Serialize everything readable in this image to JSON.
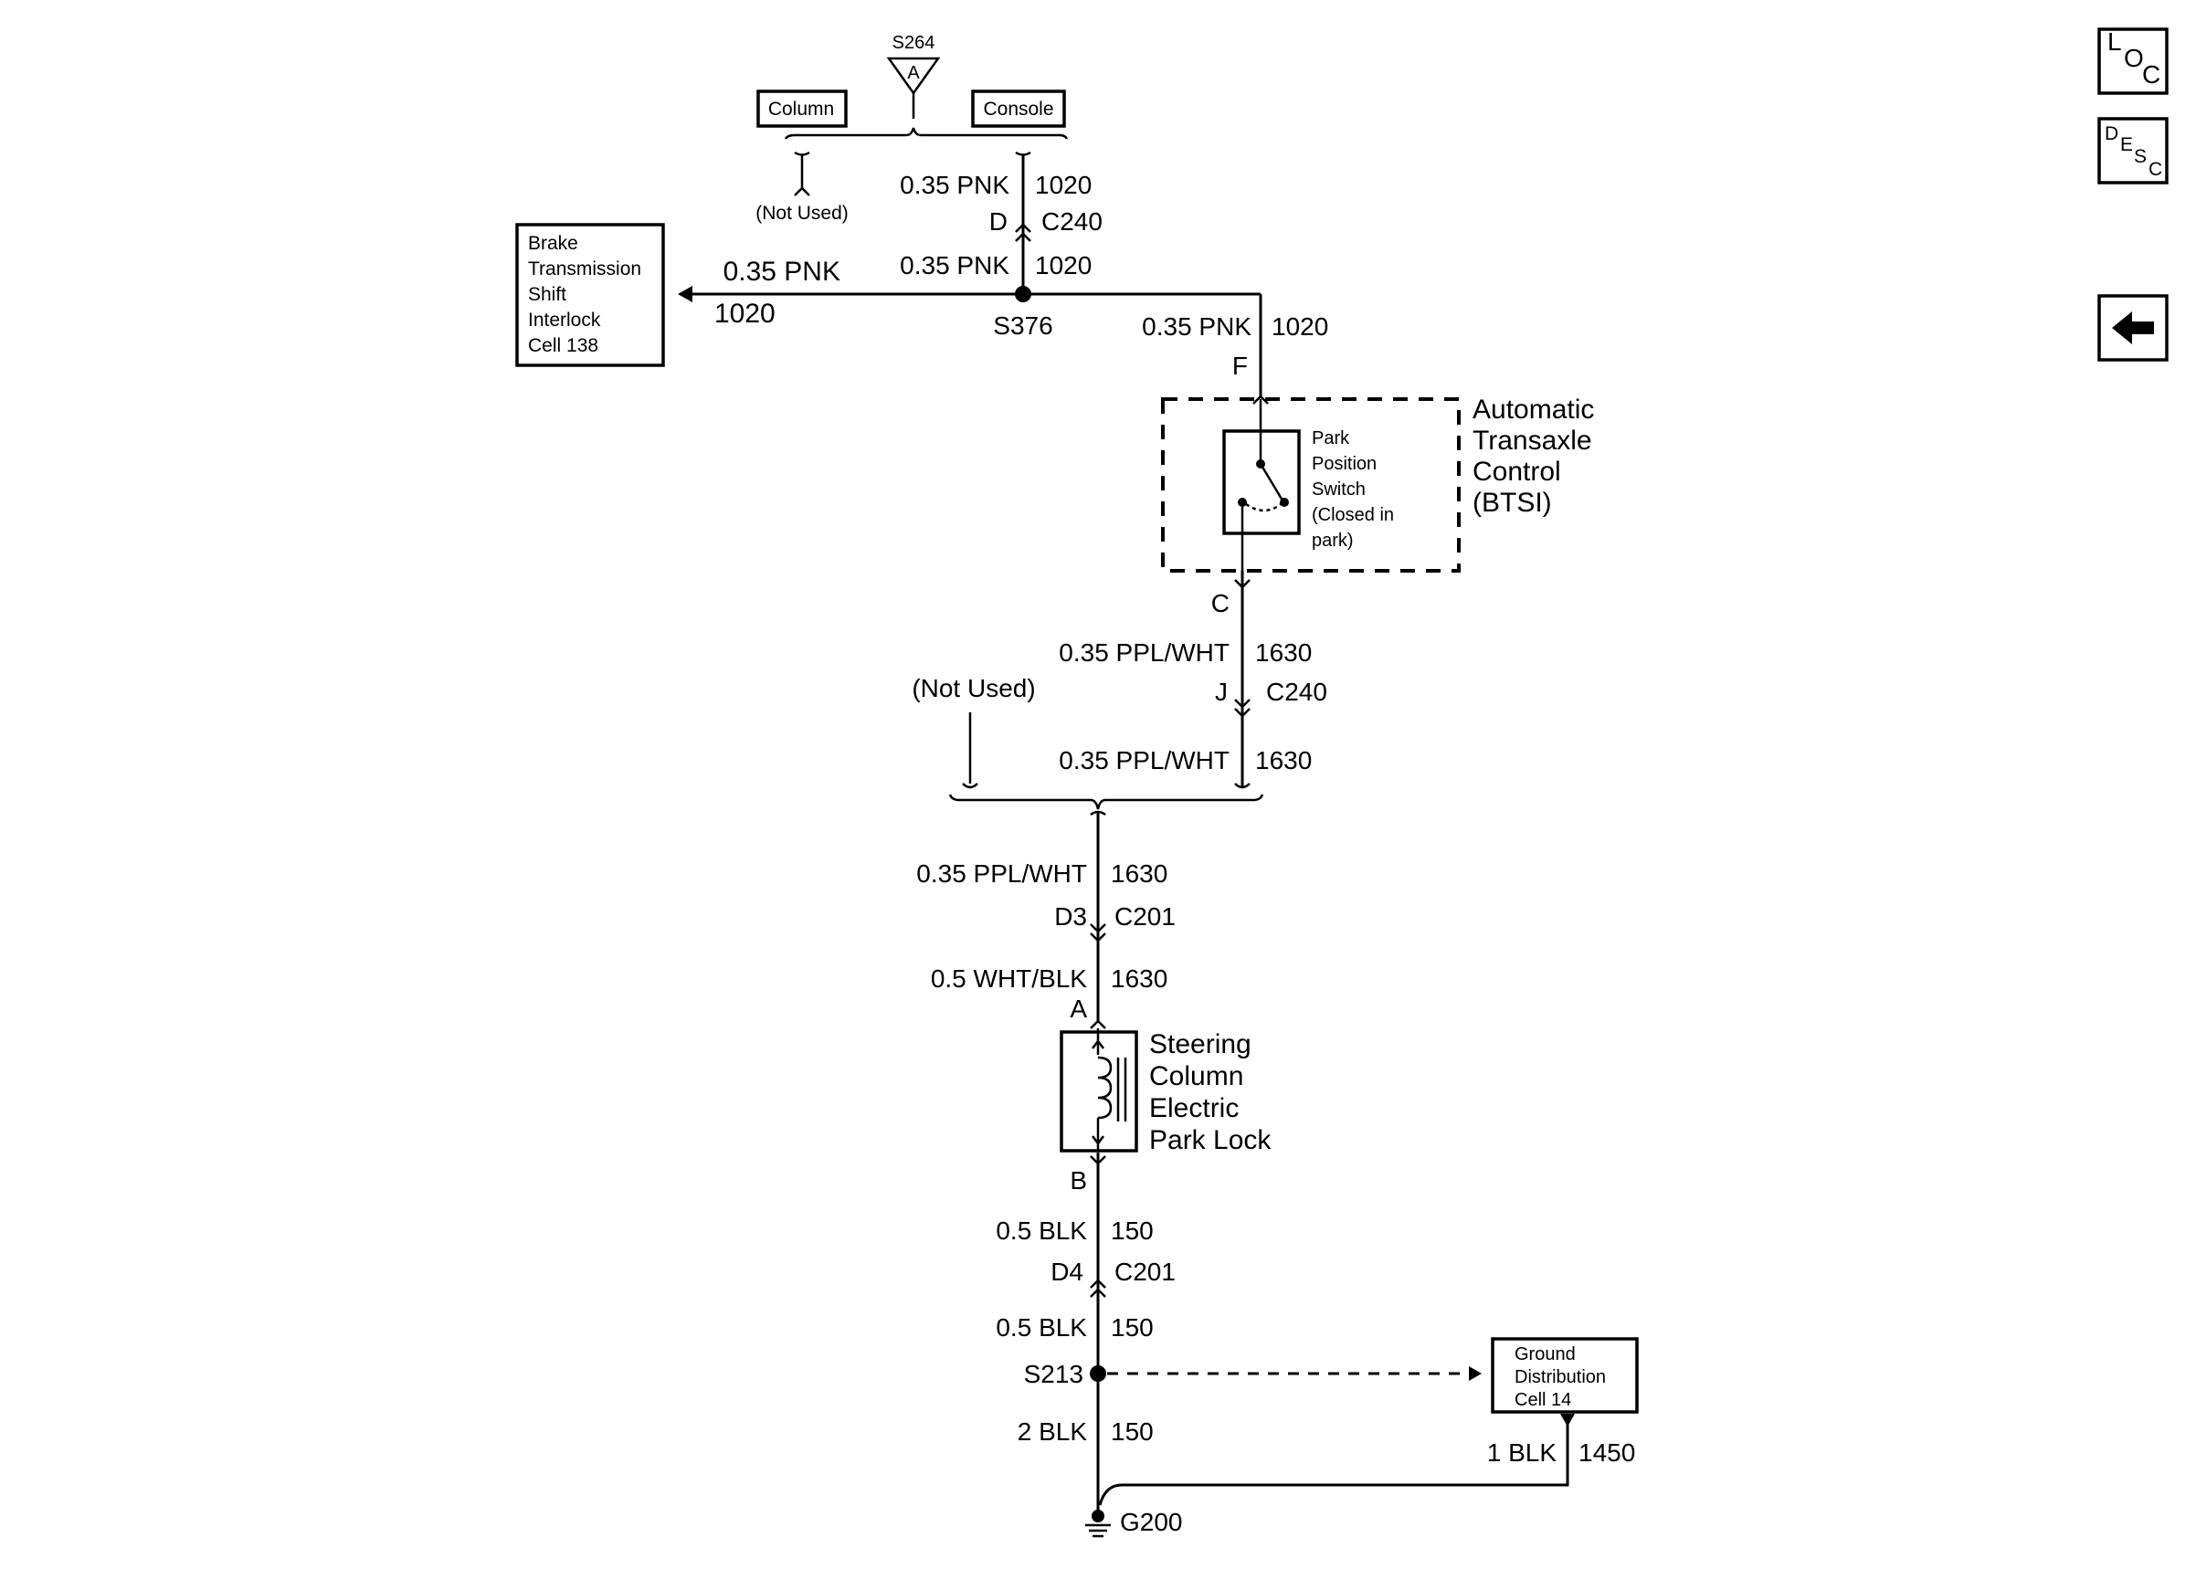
{
  "nav": {
    "loc": {
      "l": "L",
      "o": "O",
      "c": "C"
    },
    "desc": {
      "d": "D",
      "e": "E",
      "s": "S",
      "c": "C"
    }
  },
  "top": {
    "column_label": "Column",
    "console_label": "Console",
    "splice_label": "S264",
    "splice_letter": "A",
    "not_used_label": "(Not Used)"
  },
  "wires": {
    "w1020_upper": {
      "gauge": "0.35 PNK",
      "circuit": "1020"
    },
    "c240_upper": {
      "pin": "D",
      "connector": "C240"
    },
    "w1020_mid": {
      "gauge": "0.35 PNK",
      "circuit": "1020"
    },
    "w1020_left": {
      "gauge": "0.35 PNK",
      "circuit": "1020"
    },
    "s376": "S376",
    "w1020_right": {
      "gauge": "0.35 PNK",
      "circuit": "1020"
    },
    "pin_f": "F",
    "pin_c": "C",
    "w1630_a": {
      "gauge": "0.35 PPL/WHT",
      "circuit": "1630"
    },
    "c240_lower": {
      "pin": "J",
      "connector": "C240"
    },
    "not_used_lower": "(Not Used)",
    "w1630_b": {
      "gauge": "0.35 PPL/WHT",
      "circuit": "1630"
    },
    "w1630_c": {
      "gauge": "0.35 PPL/WHT",
      "circuit": "1630"
    },
    "c201_upper": {
      "pin": "D3",
      "connector": "C201"
    },
    "w1630_d": {
      "gauge": "0.5 WHT/BLK",
      "circuit": "1630"
    },
    "pin_a": "A",
    "pin_b": "B",
    "w150_a": {
      "gauge": "0.5 BLK",
      "circuit": "150"
    },
    "c201_lower": {
      "pin": "D4",
      "connector": "C201"
    },
    "w150_b": {
      "gauge": "0.5 BLK",
      "circuit": "150"
    },
    "s213": "S213",
    "w150_c": {
      "gauge": "2 BLK",
      "circuit": "150"
    },
    "w1450": {
      "gauge": "1 BLK",
      "circuit": "1450"
    },
    "g200": "G200"
  },
  "components": {
    "btsi_cell": [
      "Brake",
      "Transmission",
      "Shift",
      "Interlock",
      "Cell 138"
    ],
    "atc": [
      "Automatic",
      "Transaxle",
      "Control",
      "(BTSI)"
    ],
    "park_switch": [
      "Park",
      "Position",
      "Switch",
      "(Closed in",
      "park)"
    ],
    "park_lock": [
      "Steering",
      "Column",
      "Electric",
      "Park Lock"
    ],
    "ground_cell": [
      "Ground",
      "Distribution",
      "Cell 14"
    ]
  }
}
